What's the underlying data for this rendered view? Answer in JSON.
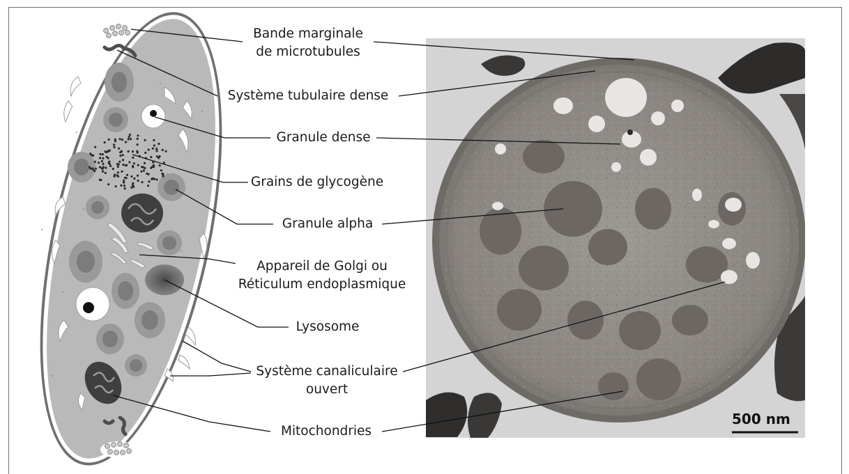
{
  "labels": {
    "microtubules_l1": "Bande marginale",
    "microtubules_l2": "de microtubules",
    "dense_tubular": "Système tubulaire dense",
    "dense_granule": "Granule dense",
    "glycogen": "Grains de glycogène",
    "alpha_granule": "Granule alpha",
    "golgi_l1": "Appareil de Golgi ou",
    "golgi_l2": "Réticulum endoplasmique",
    "lysosome": "Lysosome",
    "canalicular_l1": "Système canaliculaire",
    "canalicular_l2": "ouvert",
    "mitochondria": "Mitochondries"
  },
  "scale_bar": {
    "label": "500 nm"
  },
  "colors": {
    "cytoplasm": "#b9b9b9",
    "membrane": "#6f6f6f",
    "granule_outer": "#9a9a9a",
    "granule_inner": "#7c7c7c",
    "micrograph_bg": "#d4d4d4",
    "cell_em": "#8e8a86"
  }
}
